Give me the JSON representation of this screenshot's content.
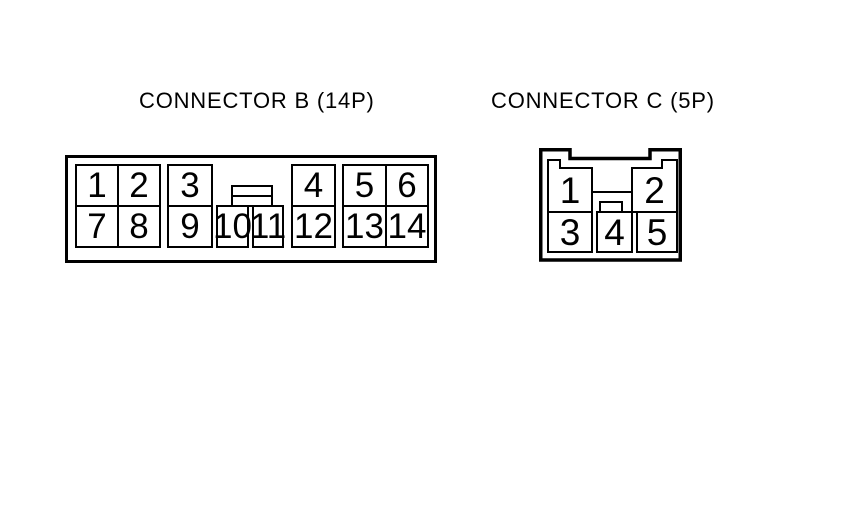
{
  "diagram": {
    "background_color": "#ffffff",
    "line_color": "#000000",
    "connector_b": {
      "title": "CONNECTOR B (14P)",
      "pin_count": 14,
      "pins": [
        "1",
        "2",
        "3",
        "4",
        "5",
        "6",
        "7",
        "8",
        "9",
        "10",
        "11",
        "12",
        "13",
        "14"
      ]
    },
    "connector_c": {
      "title": "CONNECTOR C (5P)",
      "pin_count": 5,
      "pins": [
        "1",
        "2",
        "3",
        "4",
        "5"
      ]
    }
  }
}
